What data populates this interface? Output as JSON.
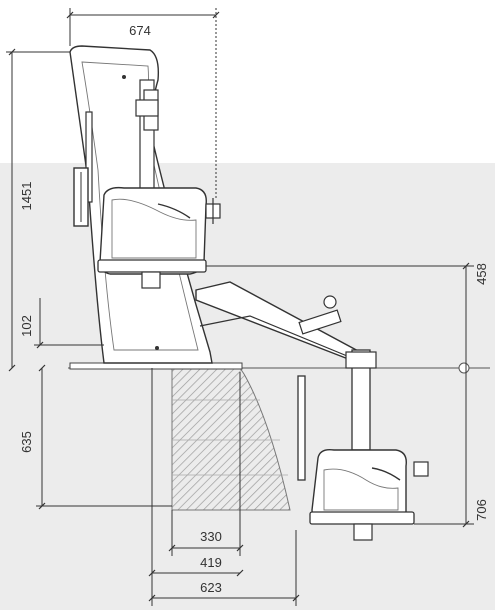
{
  "colors": {
    "background_band": "#ececec",
    "line": "#333333",
    "hatch": "#9a9a9a",
    "accent": "#555555"
  },
  "dimensions": {
    "top_width": "674",
    "total_height": "1451",
    "seat_step": "102",
    "floor_depth": "635",
    "right_upper": "458",
    "right_lower": "706",
    "bottom_1": "330",
    "bottom_2": "419",
    "bottom_3": "623"
  }
}
